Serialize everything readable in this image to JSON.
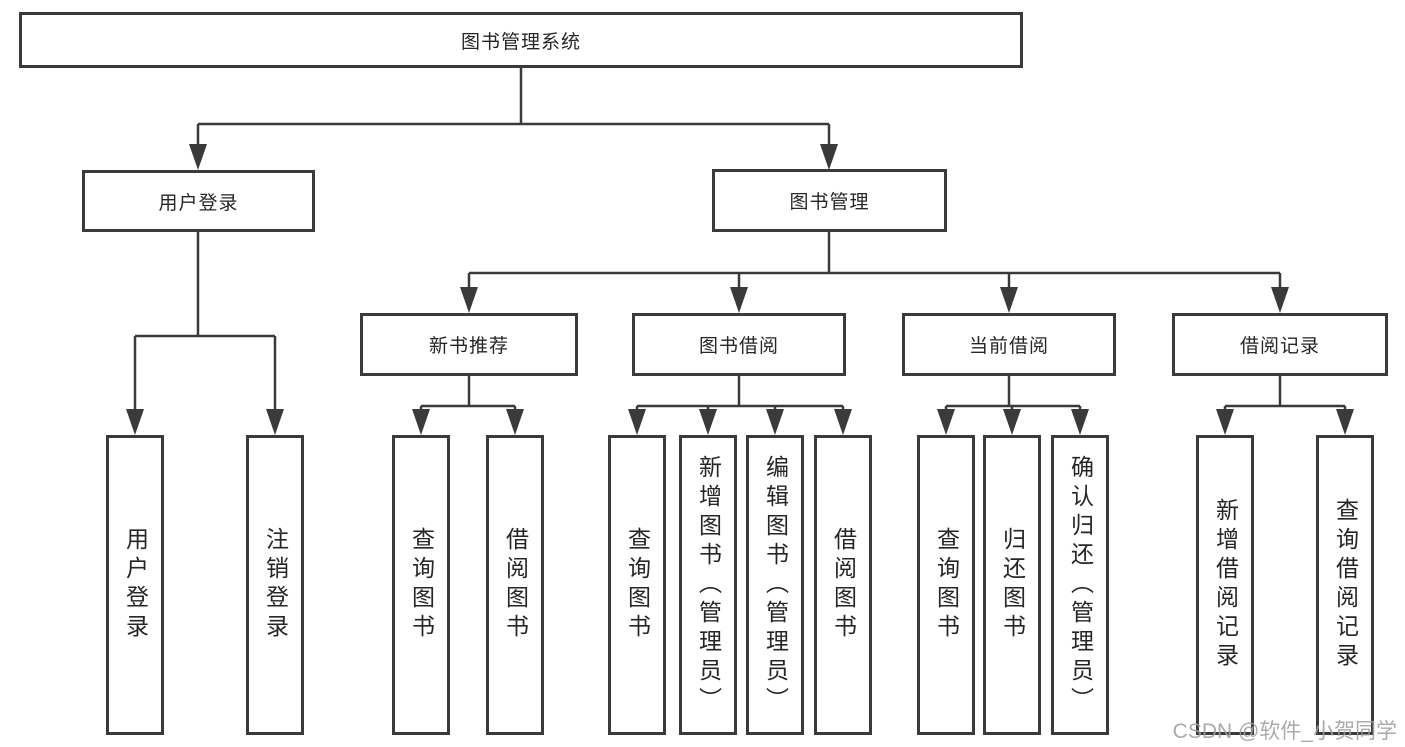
{
  "diagram": {
    "root": {
      "label": "图书管理系统"
    },
    "level2": [
      {
        "label": "用户登录"
      },
      {
        "label": "图书管理"
      }
    ],
    "level3": [
      {
        "label": "新书推荐"
      },
      {
        "label": "图书借阅"
      },
      {
        "label": "当前借阅"
      },
      {
        "label": "借阅记录"
      }
    ],
    "leaves": {
      "user_login": [
        "用户登录",
        "注销登录"
      ],
      "new_book_recommend": [
        "查询图书",
        "借阅图书"
      ],
      "book_borrowing": [
        "查询图书",
        "新增图书（管理员）",
        "编辑图书（管理员）",
        "借阅图书"
      ],
      "current_borrowing": [
        "查询图书",
        "归还图书",
        "确认归还（管理员）"
      ],
      "borrowing_records": [
        "新增借阅记录",
        "查询借阅记录"
      ]
    }
  },
  "watermark": "CSDN @软件_小贺同学",
  "colors": {
    "line": "#3a3a3a",
    "box_border": "#3a3a3a",
    "box_fill": "#ffffff",
    "text": "#262626",
    "watermark": "#9e9e9e",
    "background": "#ffffff"
  }
}
